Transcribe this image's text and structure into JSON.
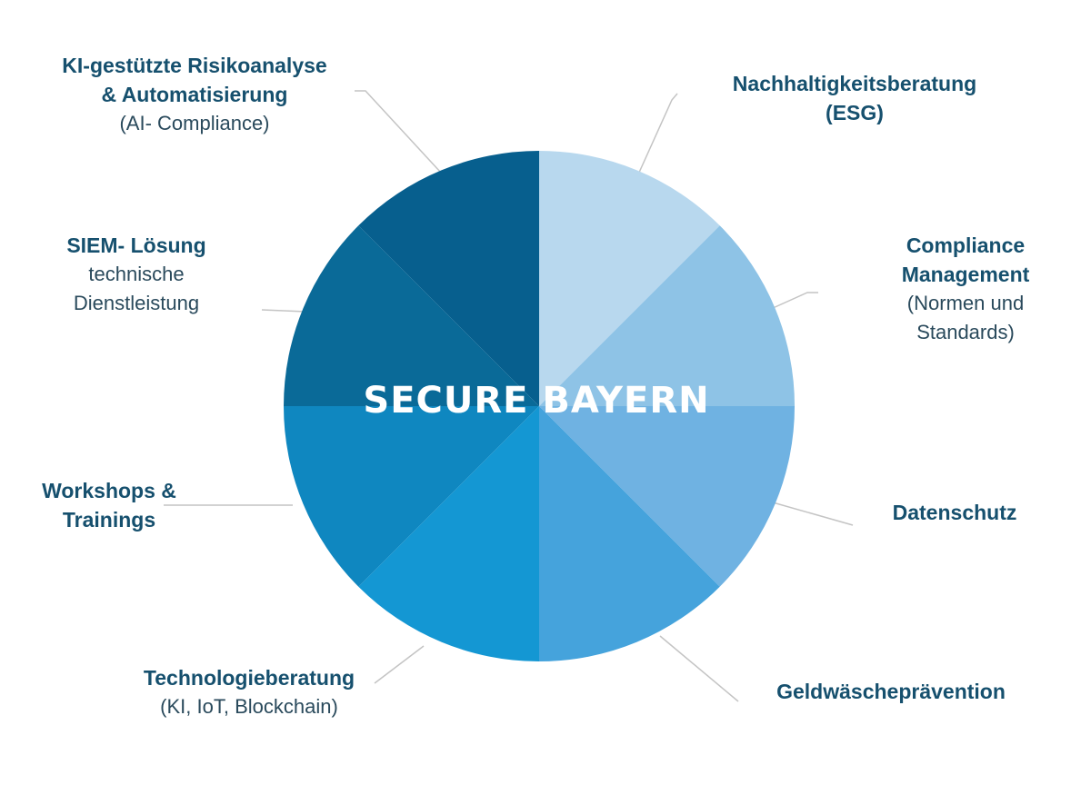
{
  "center_title": "SECURE BAYERN",
  "segments": [
    {
      "title": "Nachhaltigkeitsberatung",
      "title2": "(ESG)",
      "sub": "",
      "sub2": "",
      "color": "#b8d8ee"
    },
    {
      "title": "Compliance",
      "title2": "Management",
      "sub": "(Normen und",
      "sub2": "Standards)",
      "color": "#8ec3e6"
    },
    {
      "title": "Datenschutz",
      "title2": "",
      "sub": "",
      "sub2": "",
      "color": "#6fb2e2"
    },
    {
      "title": "Geldwäscheprävention",
      "title2": "",
      "sub": "",
      "sub2": "",
      "color": "#45a3dc"
    },
    {
      "title": "Technologieberatung",
      "title2": "",
      "sub": "(KI, IoT, Blockchain)",
      "sub2": "",
      "color": "#1497d3"
    },
    {
      "title": "Workshops &",
      "title2": "Trainings",
      "sub": "",
      "sub2": "",
      "color": "#0f87c0"
    },
    {
      "title": "SIEM- Lösung",
      "title2": "",
      "sub": "technische",
      "sub2": "Dienstleistung",
      "color": "#0a6a98"
    },
    {
      "title": "KI-gestützte Risikoanalyse",
      "title2": "& Automatisierung",
      "sub": "(AI- Compliance)",
      "sub2": "",
      "color": "#075f8e"
    }
  ]
}
